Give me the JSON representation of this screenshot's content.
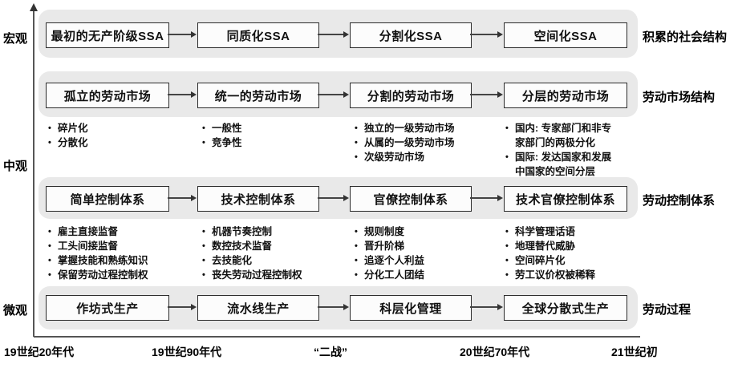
{
  "levels": [
    "宏观",
    "中观",
    "微观"
  ],
  "timeline": [
    "19世纪20年代",
    "19世纪90年代",
    "“二战”",
    "20世纪70年代",
    "21世纪初"
  ],
  "rows": [
    {
      "category": "积累的社会结构",
      "boxes": [
        "最初的无产阶级SSA",
        "同质化SSA",
        "分割化SSA",
        "空间化SSA"
      ]
    },
    {
      "category": "劳动市场结构",
      "boxes": [
        "孤立的劳动市场",
        "统一的劳动市场",
        "分割的劳动市场",
        "分层的劳动市场"
      ],
      "bullets": [
        [
          "碎片化",
          "分散化"
        ],
        [
          "一般性",
          "竞争性"
        ],
        [
          "独立的一级劳动市场",
          "从属的一级劳动市场",
          "次级劳动市场"
        ],
        [
          "国内: 专家部门和非专家部门的两极分化",
          "国际: 发达国家和发展中国家的空间分层"
        ]
      ]
    },
    {
      "category": "劳动控制体系",
      "boxes": [
        "简单控制体系",
        "技术控制体系",
        "官僚控制体系",
        "技术官僚控制体系"
      ],
      "bullets": [
        [
          "雇主直接监督",
          "工头间接监督",
          "掌握技能和熟练知识",
          "保留劳动过程控制权"
        ],
        [
          "机器节奏控制",
          "数控技术监督",
          "去技能化",
          "丧失劳动过程控制权"
        ],
        [
          "规则制度",
          "晋升阶梯",
          "追逐个人利益",
          "分化工人团结"
        ],
        [
          "科学管理话语",
          "地理替代威胁",
          "空间碎片化",
          "劳工议价权被稀释"
        ]
      ]
    },
    {
      "category": "劳动过程",
      "boxes": [
        "作坊式生产",
        "流水线生产",
        "科层化管理",
        "全球分散式生产"
      ]
    }
  ],
  "colors": {
    "band_bg": "#e9e9e9",
    "box_bg": "#fcfcfc",
    "box_border": "#2b2b2b",
    "axis": "#555555",
    "text": "#111111"
  }
}
